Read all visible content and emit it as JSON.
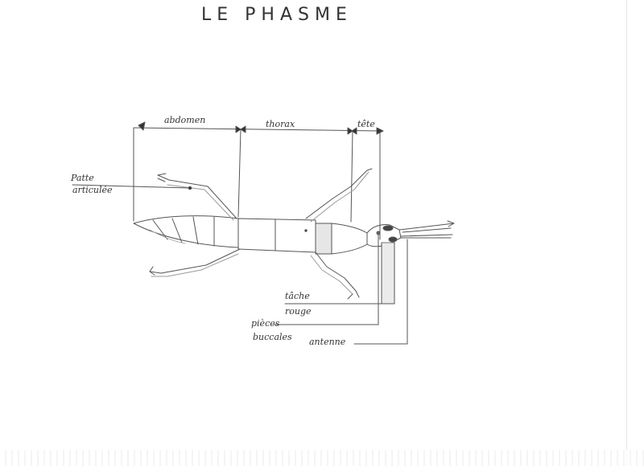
{
  "title": "LE PHASME",
  "labels": {
    "abdomen": "abdomen",
    "thorax": "thorax",
    "tete": "tête",
    "patte_line1": "Patte",
    "patte_line2": "articulée",
    "tache_line1": "tâche",
    "tache_line2": "rouge",
    "pieces_line1": "pièces",
    "pieces_line2": "buccales",
    "antenne": "antenne"
  },
  "colors": {
    "ink": "#333333",
    "pencil": "#555555",
    "shade": "#d9d9d9",
    "red_spot": "#444444"
  }
}
